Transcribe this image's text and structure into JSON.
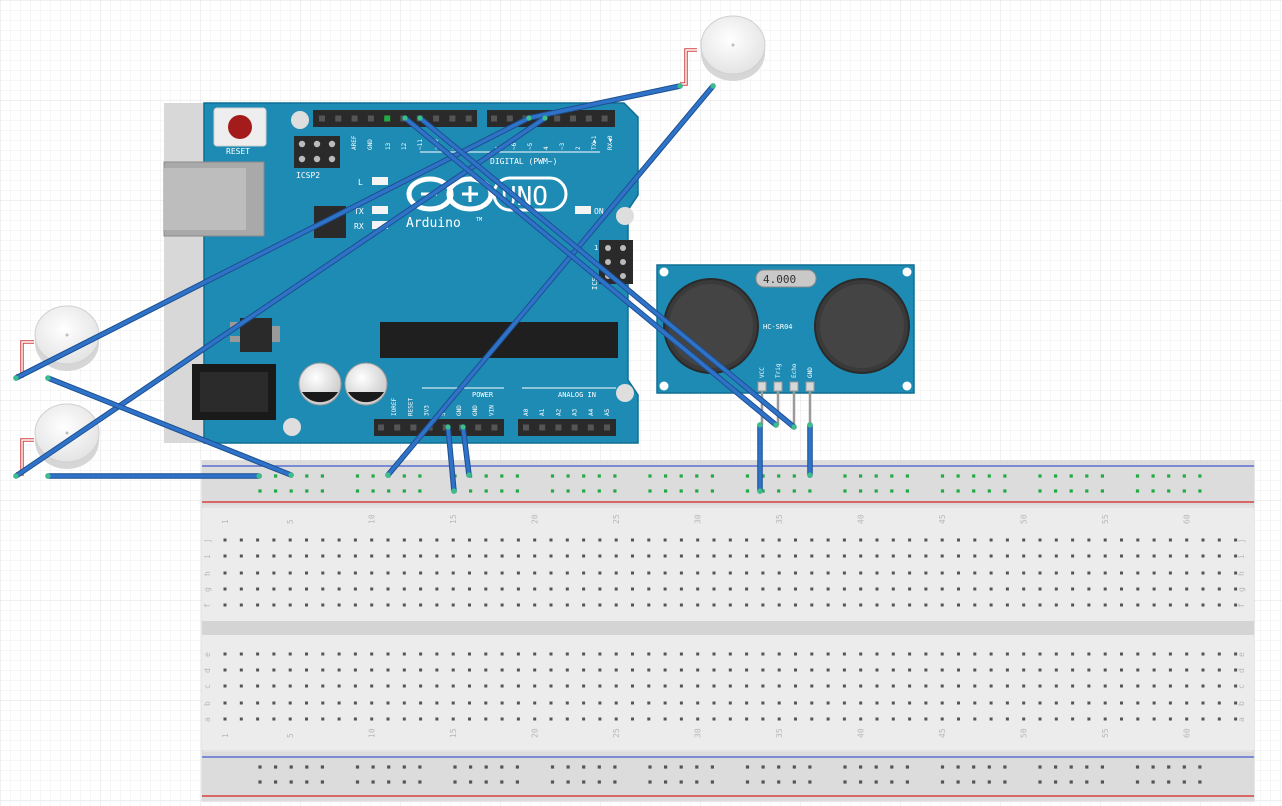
{
  "arduino": {
    "reset_label": "RESET",
    "icsp2_label": "ICSP2",
    "led_l_label": "L",
    "tx_label": "TX",
    "rx_label": "RX",
    "on_label": "ON",
    "brand_label": "Arduino",
    "model_label": "UNO",
    "tm_label": "TM",
    "digital_label": "DIGITAL (PWM~)",
    "power_label": "POWER",
    "analog_label": "ANALOG IN",
    "icsp_label": "ICSP",
    "icsp_pin1": "1",
    "digital_pins": [
      "AREF",
      "GND",
      "13",
      "12",
      "~11",
      "~10",
      "~9",
      "8",
      "7",
      "~6",
      "~5",
      "4",
      "~3",
      "2",
      "TX▶1",
      "RX◀0"
    ],
    "power_pins": [
      "IOREF",
      "RESET",
      "3V3",
      "5V",
      "GND",
      "GND",
      "VIN"
    ],
    "analog_pins": [
      "A0",
      "A1",
      "A2",
      "A3",
      "A4",
      "A5"
    ]
  },
  "sensor": {
    "crystal_label": "4.000",
    "model_label": "HC-SR04",
    "pins": [
      "VCC",
      "Trig",
      "Echo",
      "GND"
    ]
  },
  "breadboard": {
    "column_numbers": [
      "1",
      "5",
      "10",
      "15",
      "20",
      "25",
      "30",
      "35",
      "40",
      "45",
      "50",
      "55",
      "60"
    ],
    "row_letters_top": [
      "j",
      "i",
      "h",
      "g",
      "f"
    ],
    "row_letters_bottom": [
      "e",
      "d",
      "c",
      "b",
      "a"
    ]
  },
  "colors": {
    "board_blue": "#1e8bb4",
    "board_edge": "#0f6f93",
    "wire_blue": "#2f73c9",
    "breadboard": "#e6e6e6",
    "rail_red": "#d64040",
    "rail_blue": "#5b6fd1",
    "grid_line": "#ececec",
    "hole": "#555555",
    "hole_active": "#22aa44"
  }
}
